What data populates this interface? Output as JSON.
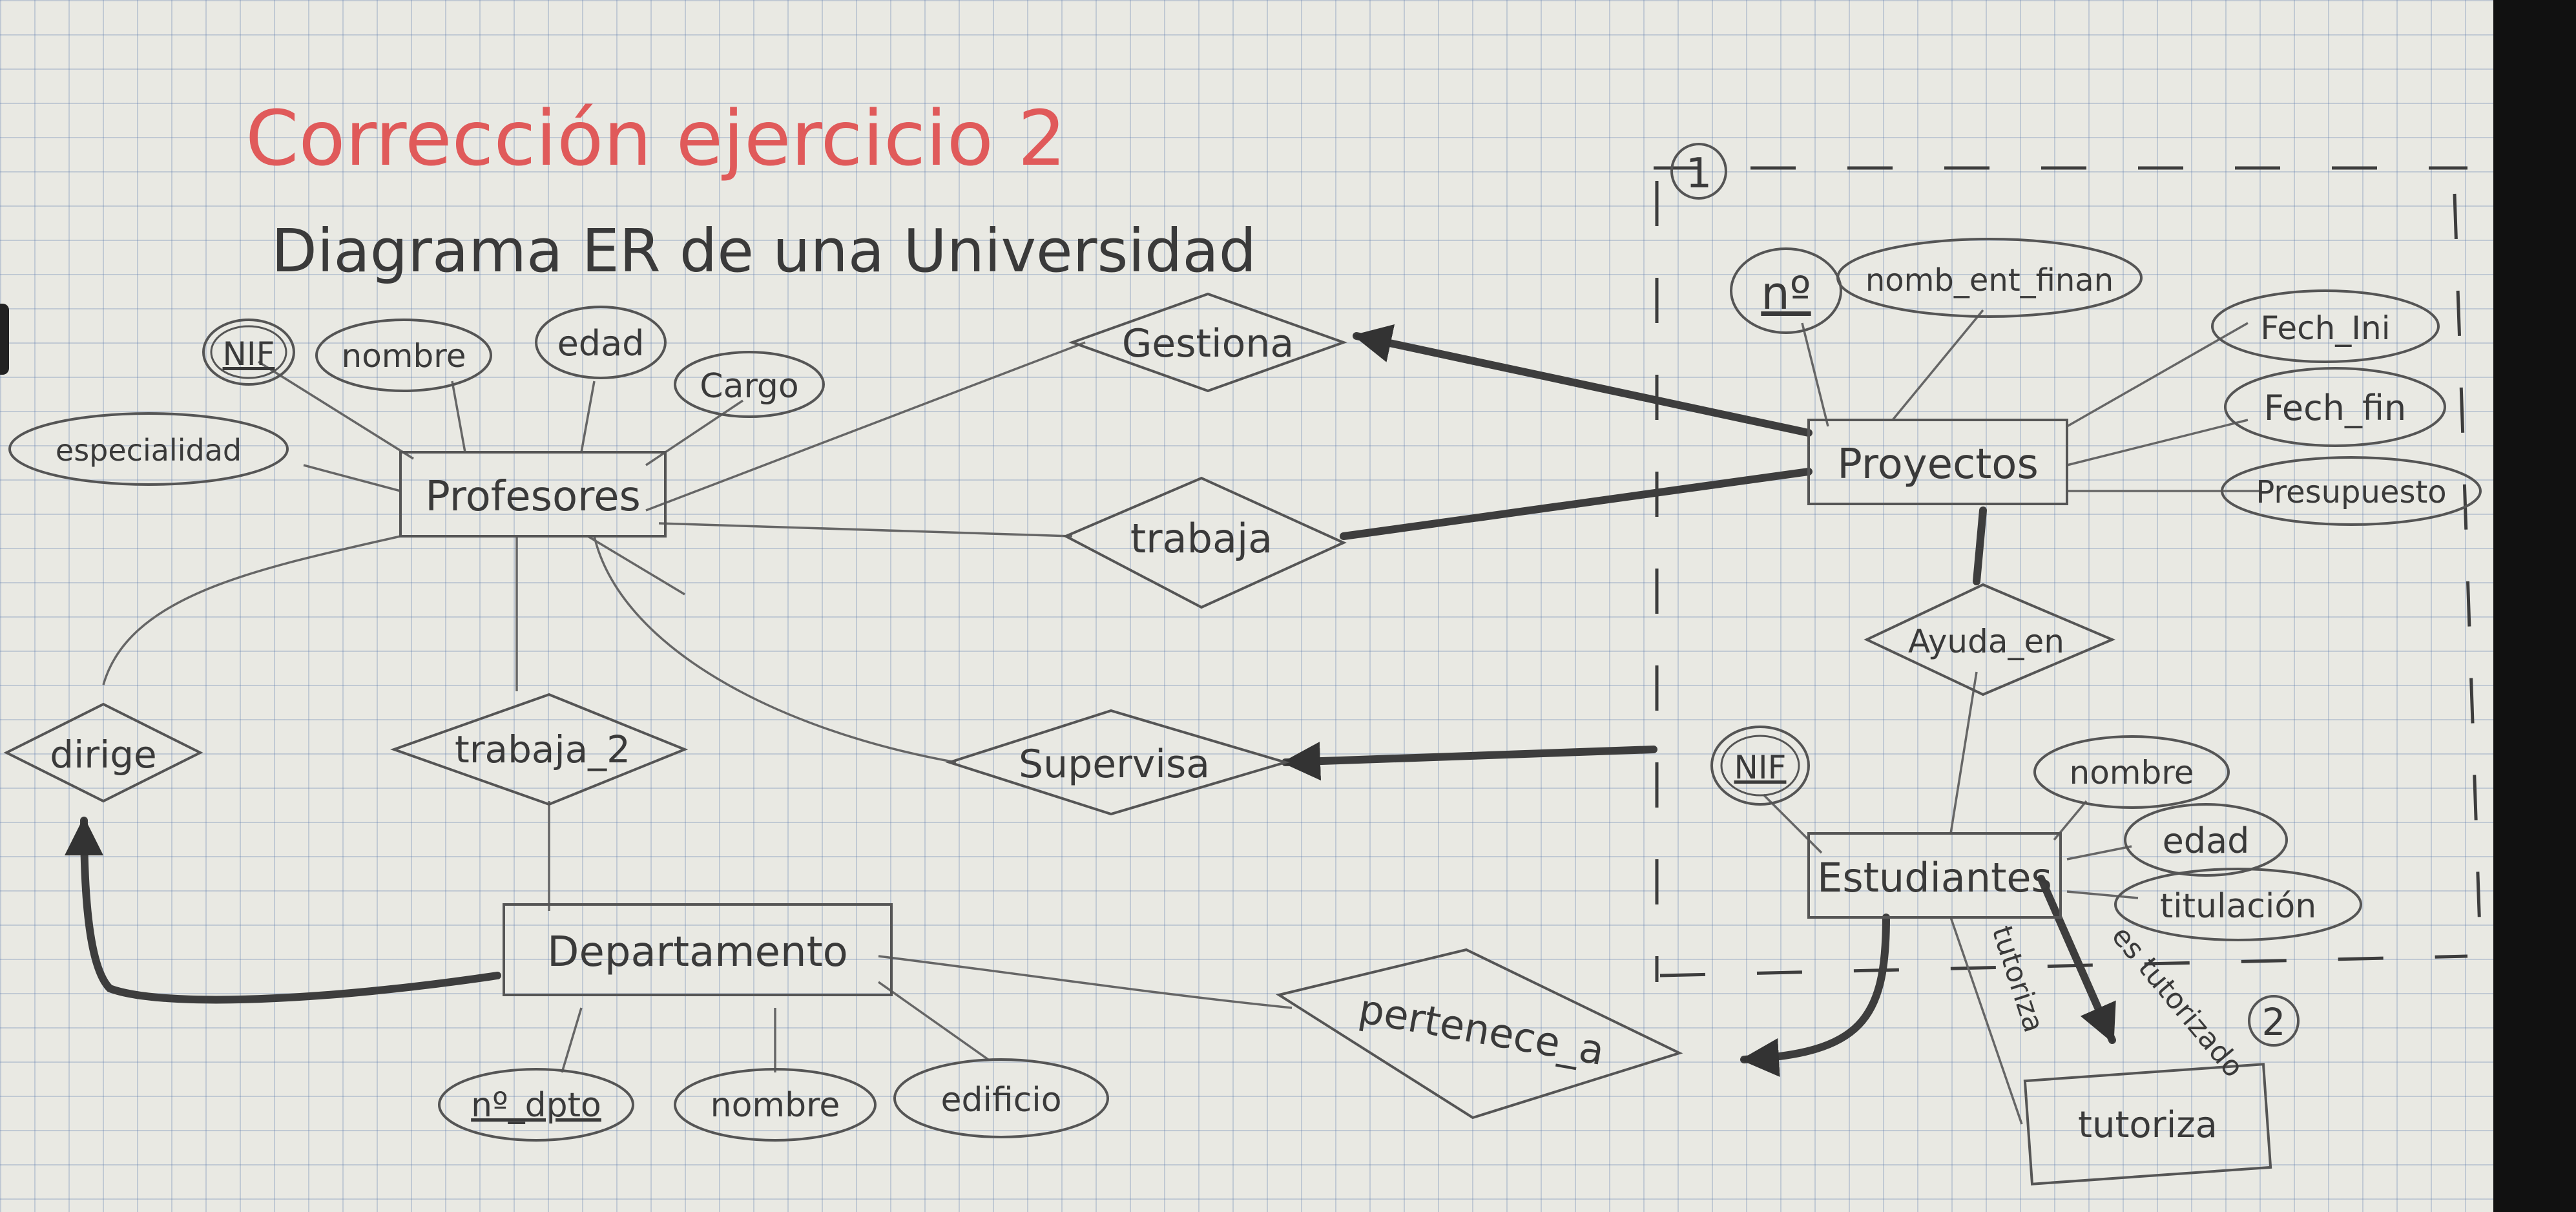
{
  "title": "Corrección ejercicio 2",
  "subtitle": "Diagrama ER de una Universidad",
  "region_markers": [
    "1",
    "2"
  ],
  "entities": {
    "profesores": "Profesores",
    "proyectos": "Proyectos",
    "departamento": "Departamento",
    "estudiantes": "Estudiantes",
    "tutoriza_entity": "tutoriza"
  },
  "relationships": {
    "gestiona": "Gestiona",
    "trabaja": "trabaja",
    "supervisa": "Supervisa",
    "trabaja_2": "trabaja_2",
    "dirige": "dirige",
    "ayuda_en": "Ayuda_en",
    "pertenece_a": "pertenece_a"
  },
  "attributes": {
    "profesores": [
      "NIF",
      "nombre",
      "edad",
      "Cargo",
      "especialidad"
    ],
    "proyectos": [
      "nº",
      "nomb_ent_finan",
      "Fech_Ini",
      "Fech_fin",
      "Presupuesto"
    ],
    "departamento": [
      "nº_dpto",
      "nombre",
      "edificio"
    ],
    "estudiantes": [
      "NIF",
      "nombre",
      "edad",
      "titulación"
    ]
  },
  "edge_labels": {
    "tutoriza": "tutoriza",
    "es_tutorizado": "es tutorizado"
  }
}
